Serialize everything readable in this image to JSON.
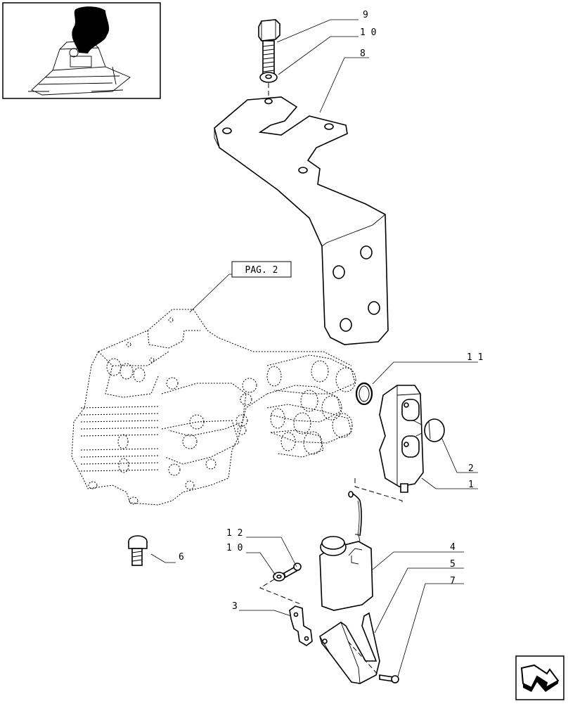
{
  "callouts": {
    "c9": "9",
    "c10_top": "1 0",
    "c8": "8",
    "c11": "1 1",
    "c2": "2",
    "c1": "1",
    "c4": "4",
    "c5": "5",
    "c7": "7",
    "c12": "1 2",
    "c10_bottom": "1 0",
    "c3": "3",
    "c6": "6"
  },
  "page_reference": "PAG. 2",
  "icons": {
    "thumbnail": "tractor-location-thumbnail",
    "navigation": "next-page-arrow-icon"
  }
}
